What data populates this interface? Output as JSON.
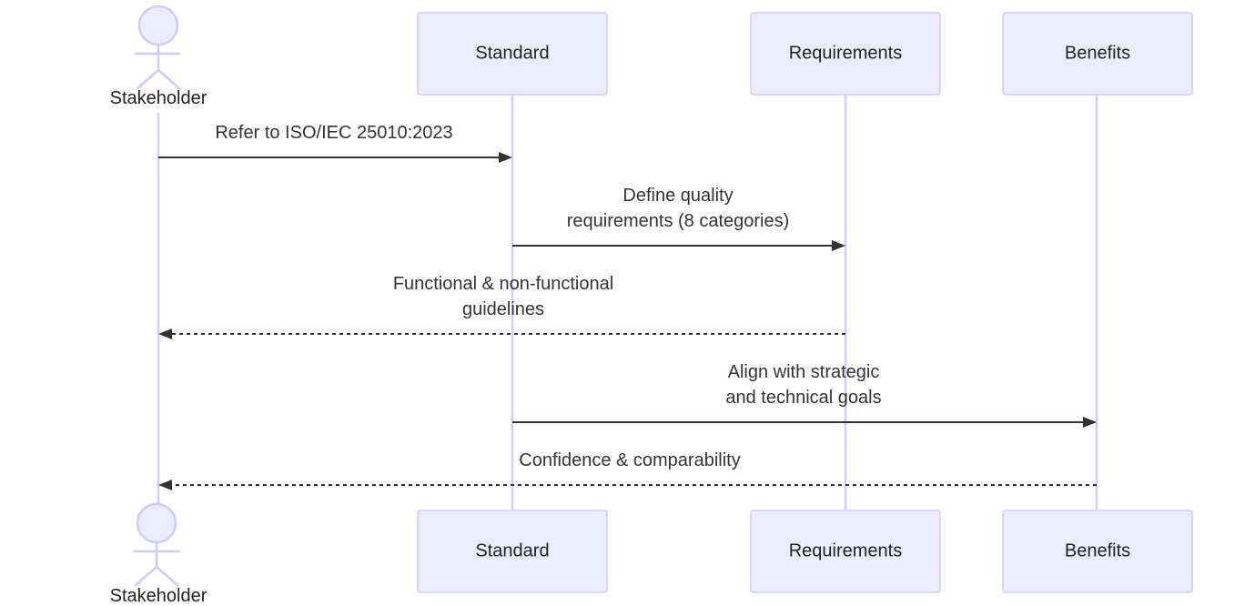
{
  "participants": [
    {
      "id": "stakeholder",
      "label": "Stakeholder",
      "kind": "actor"
    },
    {
      "id": "standard",
      "label": "Standard",
      "kind": "box"
    },
    {
      "id": "requirements",
      "label": "Requirements",
      "kind": "box"
    },
    {
      "id": "benefits",
      "label": "Benefits",
      "kind": "box"
    }
  ],
  "messages": [
    {
      "from": "stakeholder",
      "to": "standard",
      "style": "solid",
      "lines": [
        "Refer to ISO/IEC 25010:2023"
      ]
    },
    {
      "from": "standard",
      "to": "requirements",
      "style": "solid",
      "lines": [
        "Define quality",
        "requirements (8 categories)"
      ]
    },
    {
      "from": "requirements",
      "to": "stakeholder",
      "style": "dashed",
      "lines": [
        "Functional & non-functional",
        "guidelines"
      ]
    },
    {
      "from": "standard",
      "to": "benefits",
      "style": "solid",
      "lines": [
        "Align with strategic",
        "and technical goals"
      ]
    },
    {
      "from": "benefits",
      "to": "stakeholder",
      "style": "dashed",
      "lines": [
        "Confidence & comparability"
      ]
    }
  ],
  "colors": {
    "box_fill": "#ECECFF",
    "box_stroke": "#CCCCFF",
    "lifeline": "#D5CCF2",
    "arrow": "#333333"
  }
}
